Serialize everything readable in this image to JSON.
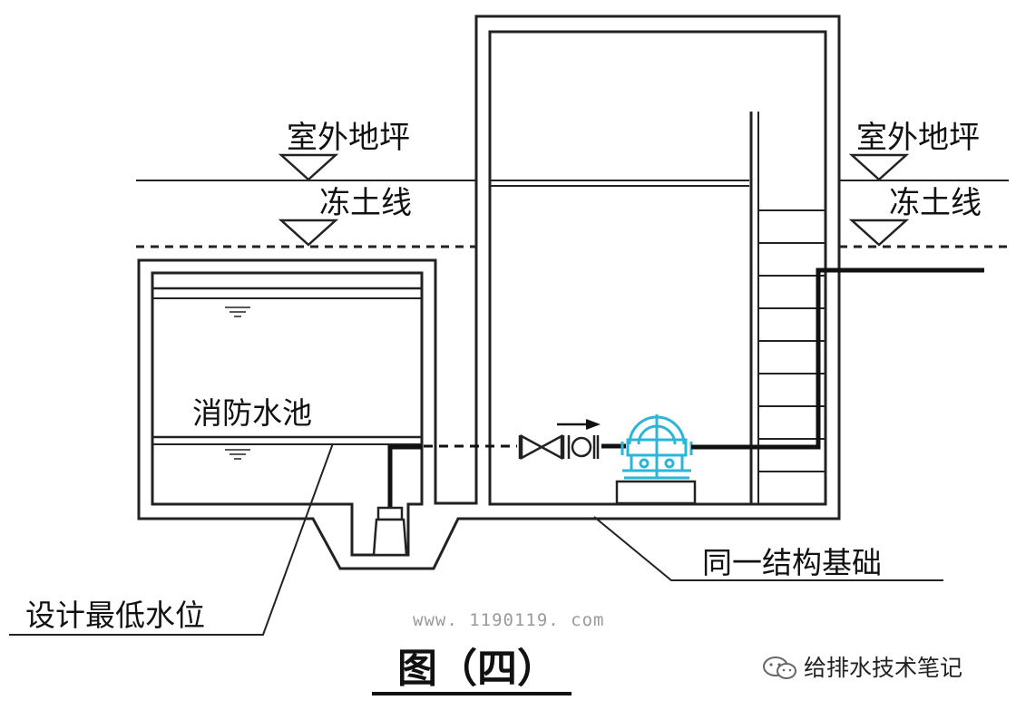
{
  "labels": {
    "outdoor_grade_left": "室外地坪",
    "frost_line_left": "冻土线",
    "outdoor_grade_right": "室外地坪",
    "frost_line_right": "冻土线",
    "fire_pool": "消防水池",
    "design_min_level": "设计最低水位",
    "same_foundation": "同一结构基础"
  },
  "watermark": "www. 1190119. com",
  "figure_title": "图（四）",
  "brand": "给排水技术笔记",
  "icons": {
    "brand_icon": "wechat-icon",
    "pump": "pump-icon",
    "valve": "gate-valve-icon",
    "check_valve": "check-valve-icon"
  },
  "colors": {
    "pump": "#2bb6d8",
    "line": "#111111",
    "watermark": "#9a9a9a"
  }
}
